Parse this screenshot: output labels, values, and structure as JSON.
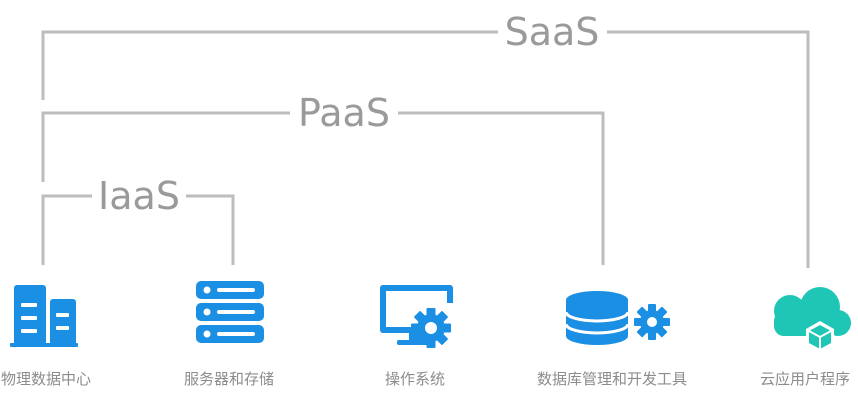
{
  "tiers": {
    "saas": {
      "label": "SaaS"
    },
    "paas": {
      "label": "PaaS"
    },
    "iaas": {
      "label": "IaaS"
    }
  },
  "items": {
    "datacenter": {
      "label": "物理数据中心"
    },
    "servers": {
      "label": "服务器和存储"
    },
    "os": {
      "label": "操作系统"
    },
    "database": {
      "label": "数据库管理和开发工具"
    },
    "cloudapp": {
      "label": "云应用户程序"
    }
  },
  "colors": {
    "connector": "#bdbdbd",
    "tier_label": "#9a9a9a",
    "caption": "#8c8c8c",
    "blue": "#1a8fe3",
    "teal": "#1fc6b5"
  }
}
